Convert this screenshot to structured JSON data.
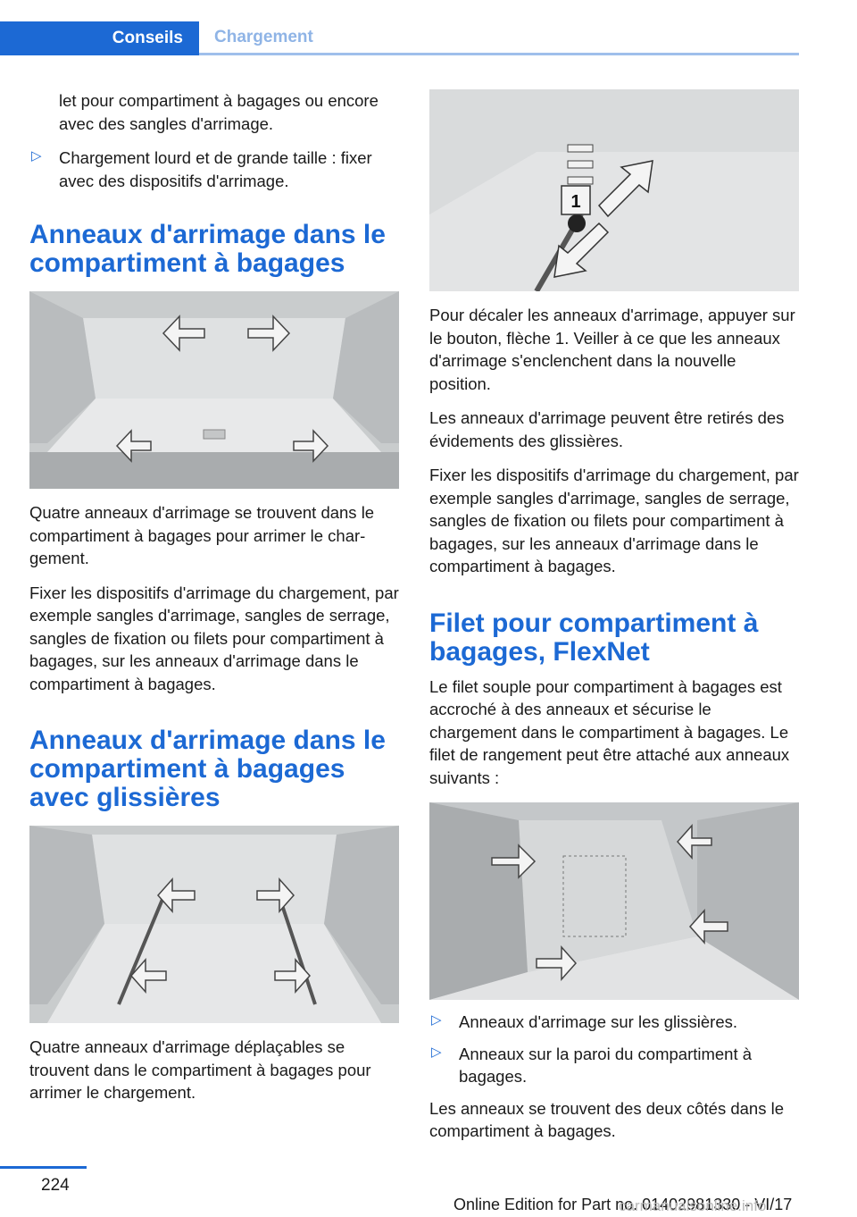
{
  "header": {
    "tab_active": "Conseils",
    "tab_inactive": "Chargement"
  },
  "left": {
    "intro_cont": "let pour compartiment à bagages ou en­core avec des sangles d'arrimage.",
    "bullet_heavy": "Chargement lourd et de grande taille : fixer avec des dispositifs d'arrimage.",
    "h_rings": "Anneaux d'arrimage dans le compartiment à bagages",
    "p_rings_1": "Quatre anneaux d'arrimage se trouvent dans le compartiment à bagages pour arrimer le char­gement.",
    "p_rings_2": "Fixer les dispositifs d'arrimage du chargement, par exemple sangles d'arrimage, sangles de serrage, sangles de fixation ou filets pour com­partiment à bagages, sur les anneaux d'arri­mage dans le compartiment à bagages.",
    "h_rails": "Anneaux d'arrimage dans le compartiment à bagages avec glissières",
    "p_rails": "Quatre anneaux d'arrimage déplaçables se trouvent dans le compartiment à bagages pour arrimer le chargement."
  },
  "right": {
    "fig_label": "1",
    "p_move": "Pour décaler les anneaux d'arrimage, appuyer sur le bouton, flèche 1. Veiller à ce que les an­neaux d'arrimage s'enclenchent dans la nou­velle position.",
    "p_remove": "Les anneaux d'arrimage peuvent être retirés des évidements des glissières.",
    "p_fix": "Fixer les dispositifs d'arrimage du chargement, par exemple sangles d'arrimage, sangles de serrage, sangles de fixation ou filets pour com­partiment à bagages, sur les anneaux d'arri­mage dans le compartiment à bagages.",
    "h_net": "Filet pour compartiment à bagages, FlexNet",
    "p_net": "Le filet souple pour compartiment à bagages est accroché à des anneaux et sécurise le chargement dans le compartiment à bagages. Le filet de rangement peut être attaché aux an­neaux suivants :",
    "bullet_rails": "Anneaux d'arrimage sur les glissières.",
    "bullet_wall": "Anneaux sur la paroi du compartiment à bagages.",
    "p_sides": "Les anneaux se trouvent des deux côtés dans le compartiment à bagages."
  },
  "footer": {
    "page_number": "224",
    "edition": "Online Edition for Part no. 01402981330 - VI/17",
    "watermark": "carmanualsonline.info"
  },
  "colors": {
    "accent": "#1c69d4",
    "text": "#1a1a1a"
  }
}
